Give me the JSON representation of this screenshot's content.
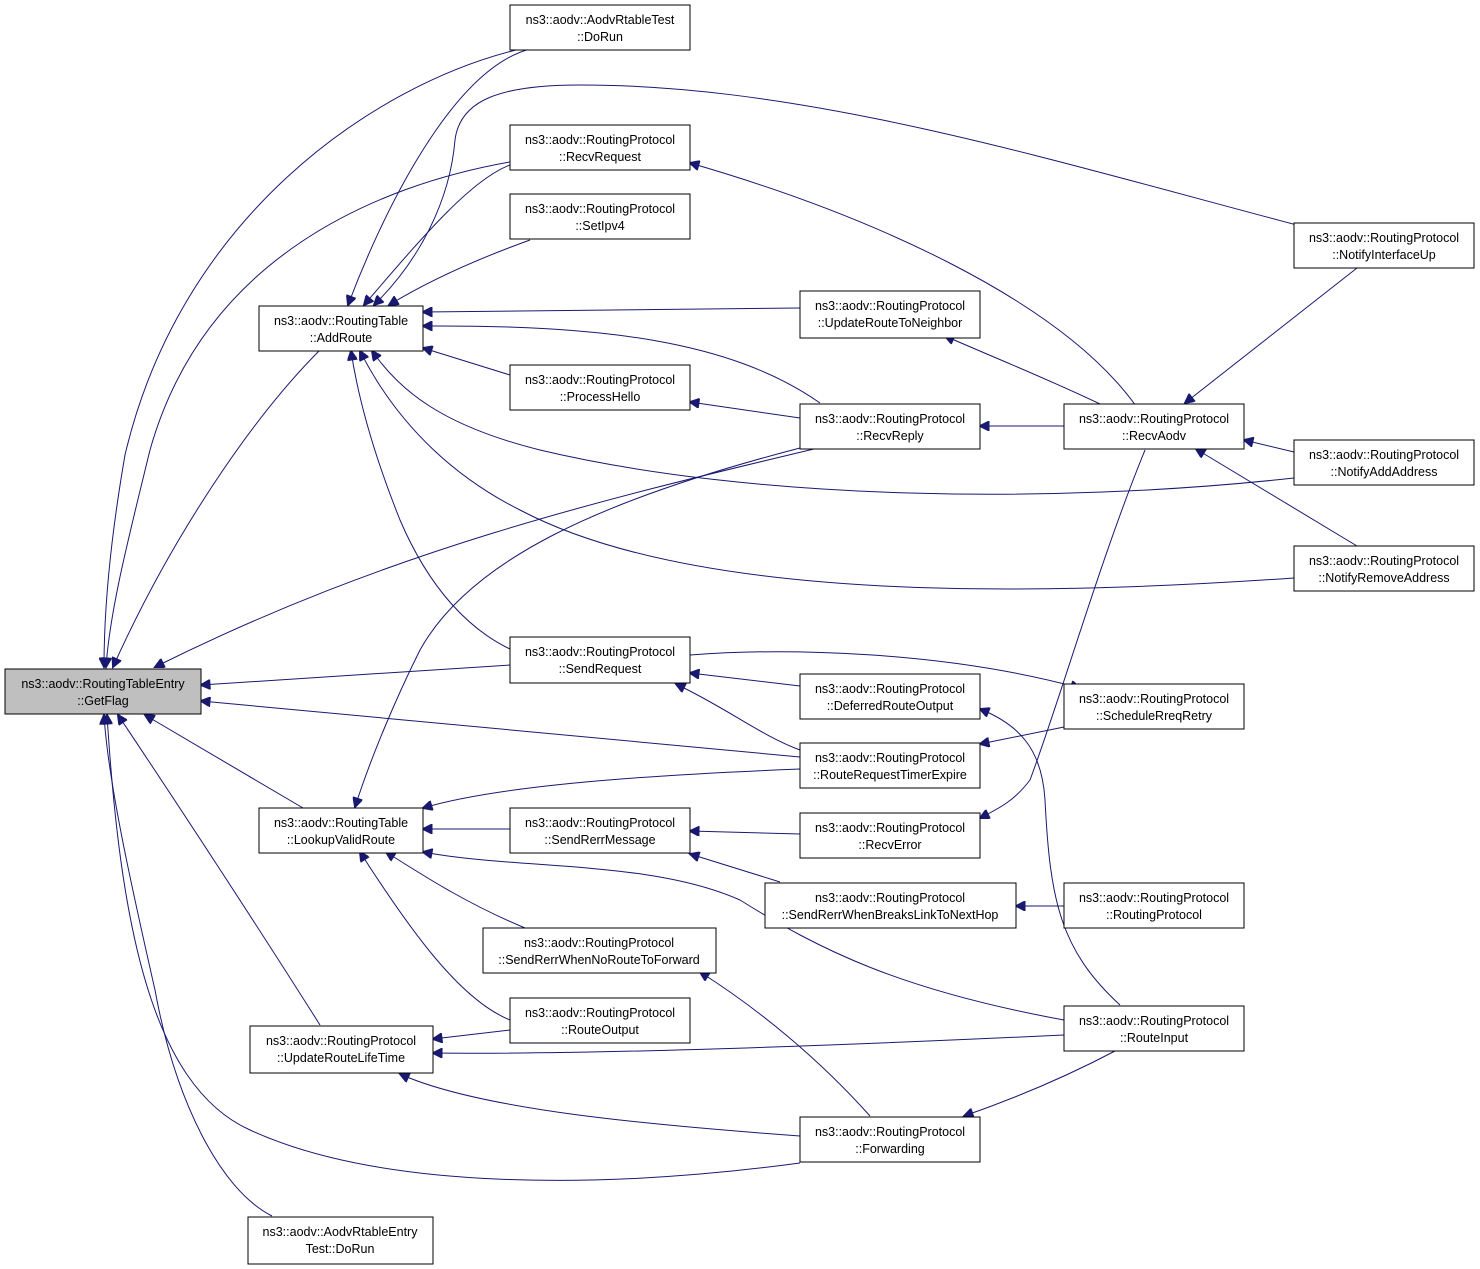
{
  "colors": {
    "edge": "#191970",
    "root_fill": "#bfbfbf",
    "node_fill": "#ffffff",
    "border": "#000000"
  },
  "nodes": {
    "getflag": {
      "line1": "ns3::aodv::RoutingTableEntry",
      "line2": "::GetFlag"
    },
    "rtabletest": {
      "line1": "ns3::aodv::AodvRtableTest",
      "line2": "::DoRun"
    },
    "recvrequest": {
      "line1": "ns3::aodv::RoutingProtocol",
      "line2": "::RecvRequest"
    },
    "setipv4": {
      "line1": "ns3::aodv::RoutingProtocol",
      "line2": "::SetIpv4"
    },
    "addroute": {
      "line1": "ns3::aodv::RoutingTable",
      "line2": "::AddRoute"
    },
    "processhello": {
      "line1": "ns3::aodv::RoutingProtocol",
      "line2": "::ProcessHello"
    },
    "sendrequest": {
      "line1": "ns3::aodv::RoutingProtocol",
      "line2": "::SendRequest"
    },
    "lookupvalid": {
      "line1": "ns3::aodv::RoutingTable",
      "line2": "::LookupValidRoute"
    },
    "senderrmsg": {
      "line1": "ns3::aodv::RoutingProtocol",
      "line2": "::SendRerrMessage"
    },
    "noroutefwd": {
      "line1": "ns3::aodv::RoutingProtocol",
      "line2": "::SendRerrWhenNoRouteToForward"
    },
    "routeoutput": {
      "line1": "ns3::aodv::RoutingProtocol",
      "line2": "::RouteOutput"
    },
    "updatelife": {
      "line1": "ns3::aodv::RoutingProtocol",
      "line2": "::UpdateRouteLifeTime"
    },
    "entrytest": {
      "line1": "ns3::aodv::AodvRtableEntry",
      "line2": "Test::DoRun"
    },
    "updateneigh": {
      "line1": "ns3::aodv::RoutingProtocol",
      "line2": "::UpdateRouteToNeighbor"
    },
    "recvreply": {
      "line1": "ns3::aodv::RoutingProtocol",
      "line2": "::RecvReply"
    },
    "deferred": {
      "line1": "ns3::aodv::RoutingProtocol",
      "line2": "::DeferredRouteOutput"
    },
    "rreqtimer": {
      "line1": "ns3::aodv::RoutingProtocol",
      "line2": "::RouteRequestTimerExpire"
    },
    "recverror": {
      "line1": "ns3::aodv::RoutingProtocol",
      "line2": "::RecvError"
    },
    "breakslink": {
      "line1": "ns3::aodv::RoutingProtocol",
      "line2": "::SendRerrWhenBreaksLinkToNextHop"
    },
    "forwarding": {
      "line1": "ns3::aodv::RoutingProtocol",
      "line2": "::Forwarding"
    },
    "recvaodv": {
      "line1": "ns3::aodv::RoutingProtocol",
      "line2": "::RecvAodv"
    },
    "schedrreq": {
      "line1": "ns3::aodv::RoutingProtocol",
      "line2": "::ScheduleRreqRetry"
    },
    "ctor": {
      "line1": "ns3::aodv::RoutingProtocol",
      "line2": "::RoutingProtocol"
    },
    "routeinput": {
      "line1": "ns3::aodv::RoutingProtocol",
      "line2": "::RouteInput"
    },
    "ifaceup": {
      "line1": "ns3::aodv::RoutingProtocol",
      "line2": "::NotifyInterfaceUp"
    },
    "addaddr": {
      "line1": "ns3::aodv::RoutingProtocol",
      "line2": "::NotifyAddAddress"
    },
    "remaddr": {
      "line1": "ns3::aodv::RoutingProtocol",
      "line2": "::NotifyRemoveAddress"
    }
  }
}
